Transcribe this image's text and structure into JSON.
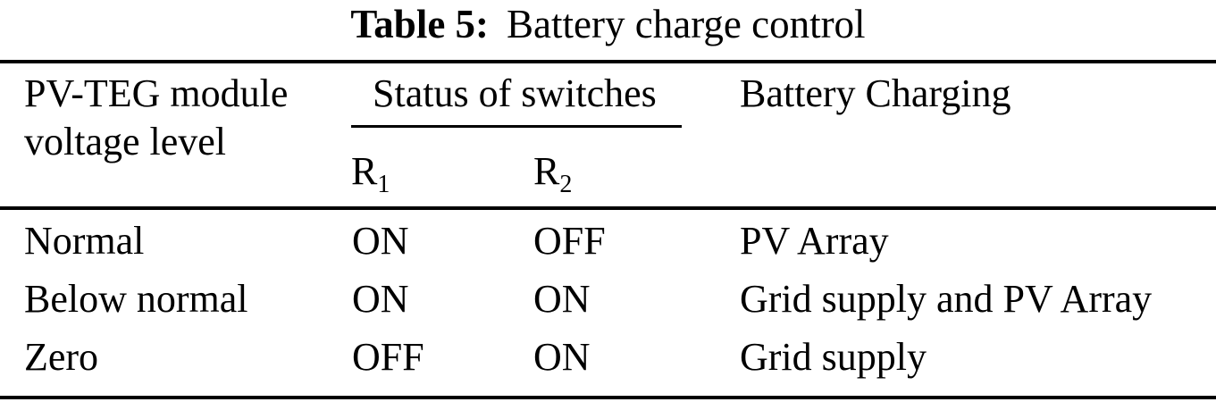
{
  "caption": {
    "label": "Table 5:",
    "text": "Battery charge control"
  },
  "table": {
    "header": {
      "col1_line1": "PV-TEG module",
      "col1_line2": "voltage level",
      "switch_group": "Status of switches",
      "r1": {
        "base": "R",
        "sub": "1"
      },
      "r2": {
        "base": "R",
        "sub": "2"
      },
      "col4": "Battery Charging"
    },
    "rows": [
      {
        "voltage": "Normal",
        "r1": "ON",
        "r2": "OFF",
        "charging": "PV Array"
      },
      {
        "voltage": "Below normal",
        "r1": "ON",
        "r2": "ON",
        "charging": "Grid supply and PV Array"
      },
      {
        "voltage": "Zero",
        "r1": "OFF",
        "r2": "ON",
        "charging": "Grid supply"
      }
    ]
  },
  "colors": {
    "background": "#ffffff",
    "text": "#000000",
    "rule": "#000000"
  }
}
